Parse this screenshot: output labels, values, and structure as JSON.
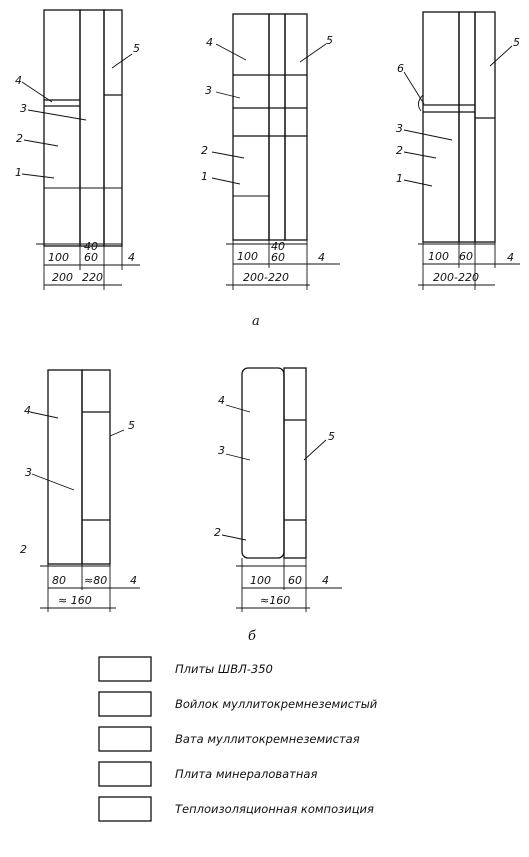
{
  "panels": {
    "a": {
      "caption": "а",
      "p1": {
        "num1": "1",
        "num2": "2",
        "num3": "3",
        "num4": "4",
        "num5": "5",
        "dim_a": "100",
        "dim_b": "40",
        "dim_b2": "60",
        "dim_c": "4",
        "total": "200 ",
        "total_b": "220"
      },
      "p2": {
        "num1": "1",
        "num2": "2",
        "num3": "3",
        "num4": "4",
        "num5": "5",
        "dim_a": "100",
        "dim_b": "40",
        "dim_b2": "60",
        "dim_c": "4",
        "total": "200-220"
      },
      "p3": {
        "num1": "1",
        "num2": "2",
        "num3": "3",
        "num5": "5",
        "num6": "6",
        "dim_a": "100",
        "dim_b": "60",
        "dim_c": "4",
        "total": "200-220"
      }
    },
    "b": {
      "caption": "б",
      "side": "2",
      "p1": {
        "num3": "3",
        "num4": "4",
        "num5": "5",
        "dim_a": "80",
        "dim_b": "≈80",
        "dim_c": "4",
        "total": "≈ 160"
      },
      "p2": {
        "num2": "2",
        "num3": "3",
        "num4": "4",
        "num5": "5",
        "dim_a": "100",
        "dim_b": "60",
        "dim_c": "4",
        "total": "≈160"
      }
    }
  },
  "legend": [
    {
      "label": "Плиты ШВЛ-350",
      "icon": "hatched-plate-icon"
    },
    {
      "label": "Войлок муллитокремнеземистый",
      "icon": "felt-icon"
    },
    {
      "label": "Вата муллитокремнеземистая",
      "icon": "wool-icon"
    },
    {
      "label": "Плита минераловатная",
      "icon": "mineral-plate-icon"
    },
    {
      "label": "Теплоизоляционная композиция",
      "icon": "composition-icon"
    }
  ]
}
